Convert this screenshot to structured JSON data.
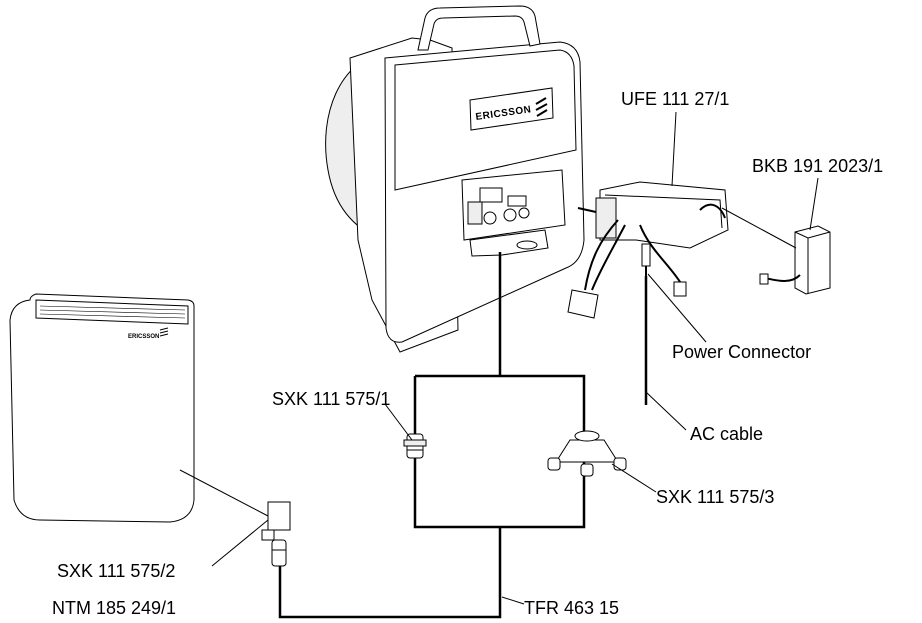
{
  "labels": {
    "ufe": "UFE 111 27/1",
    "bkb": "BKB 191 2023/1",
    "power_connector": "Power Connector",
    "ac_cable": "AC cable",
    "sxk1": "SXK 111 575/1",
    "sxk3": "SXK 111 575/3",
    "sxk2": "SXK 111 575/2",
    "ntm": "NTM 185 249/1",
    "tfr": "TFR 463 15"
  },
  "logos": {
    "radio_unit_logo": "ERICSSON",
    "indoor_unit_logo": "ERICSSON"
  }
}
